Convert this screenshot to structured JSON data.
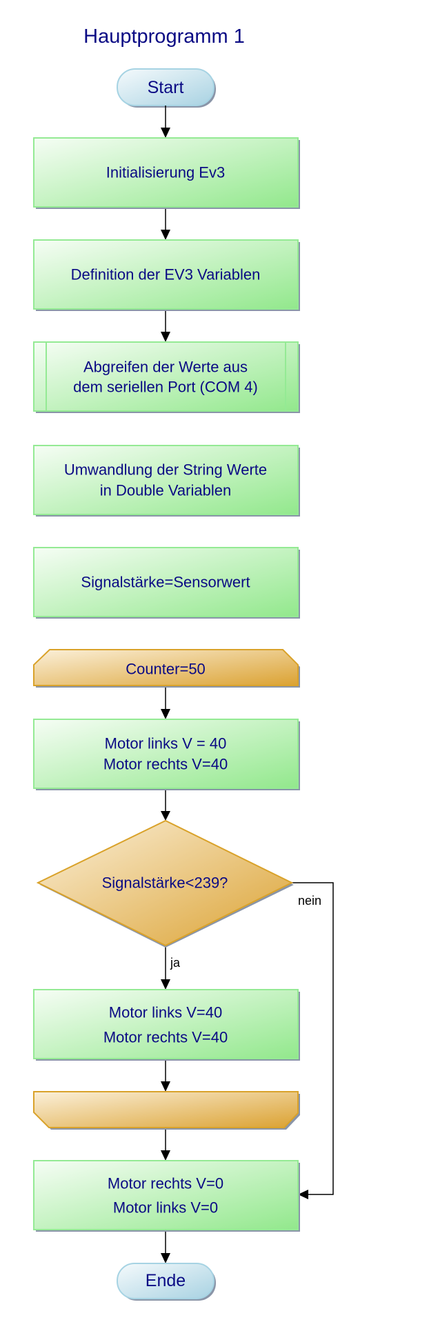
{
  "title": "Hauptprogramm 1",
  "start": "Start",
  "end": "Ende",
  "steps": {
    "init": "Initialisierung Ev3",
    "define": "Definition der EV3 Variablen",
    "read": [
      "Abgreifen der Werte aus",
      "dem seriellen Port (COM 4)"
    ],
    "convert": [
      "Umwandlung der String Werte",
      "in Double Variablen"
    ],
    "signal": "Signalstärke=Sensorwert",
    "loop_start": "Counter=50",
    "motor_a": [
      "Motor links V = 40",
      "Motor rechts V=40"
    ],
    "decision": "Signalstärke<239?",
    "yes_label": "ja",
    "no_label": "nein",
    "motor_b": [
      "Motor links V=40",
      "Motor rechts V=40"
    ],
    "loop_end": "",
    "stop": [
      "Motor rechts V=0",
      "Motor links V=0"
    ]
  },
  "colors": {
    "text": "#0a0a84",
    "process_fill": "#a0ec9c",
    "loop_fill": "#e0a838",
    "terminal_fill": "#b0d8e6"
  }
}
